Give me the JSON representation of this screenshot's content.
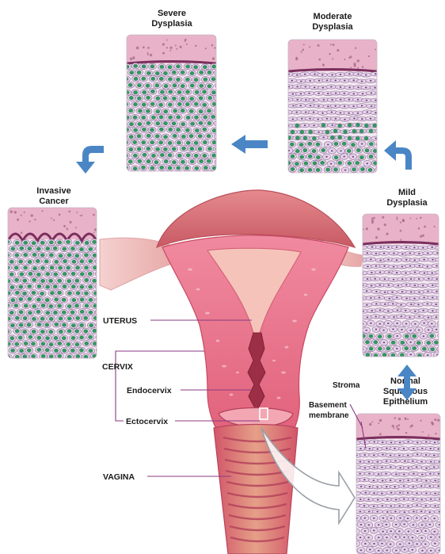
{
  "stages": [
    {
      "id": "severe",
      "title": [
        "Severe",
        "Dysplasia"
      ]
    },
    {
      "id": "moderate",
      "title": [
        "Moderate",
        "Dysplasia"
      ]
    },
    {
      "id": "invasive",
      "title": [
        "Invasive",
        "Cancer"
      ]
    },
    {
      "id": "mild",
      "title": [
        "Mild",
        "Dysplasia"
      ]
    },
    {
      "id": "normal",
      "title": [
        "Normal",
        "Squamous",
        "Epithelium"
      ]
    }
  ],
  "anatomy_labels": {
    "uterus": "UTERUS",
    "cervix": "CERVIX",
    "endocervix": "Endocervix",
    "ectocervix": "Ectocervix",
    "vagina": "VAGINA"
  },
  "annotations": {
    "stroma": "Stroma",
    "basement": [
      "Basement",
      "membrane"
    ]
  },
  "colors": {
    "surface_layer": "#e8b3c8",
    "basement_line": "#7b2f5e",
    "normal_cell": "#e6d2ea",
    "abnormal_nucleus": "#2e9a5f",
    "tissue_pink": "#e76b86",
    "tissue_dark": "#c4455f",
    "arrow_blue": "#4a86c5",
    "leader_line": "#8a3a82"
  },
  "icons": [
    "curved-arrow-down-icon",
    "arrow-left-icon",
    "curved-arrow-up-icon",
    "double-arrow-vertical-icon",
    "big-outline-arrow-icon"
  ]
}
